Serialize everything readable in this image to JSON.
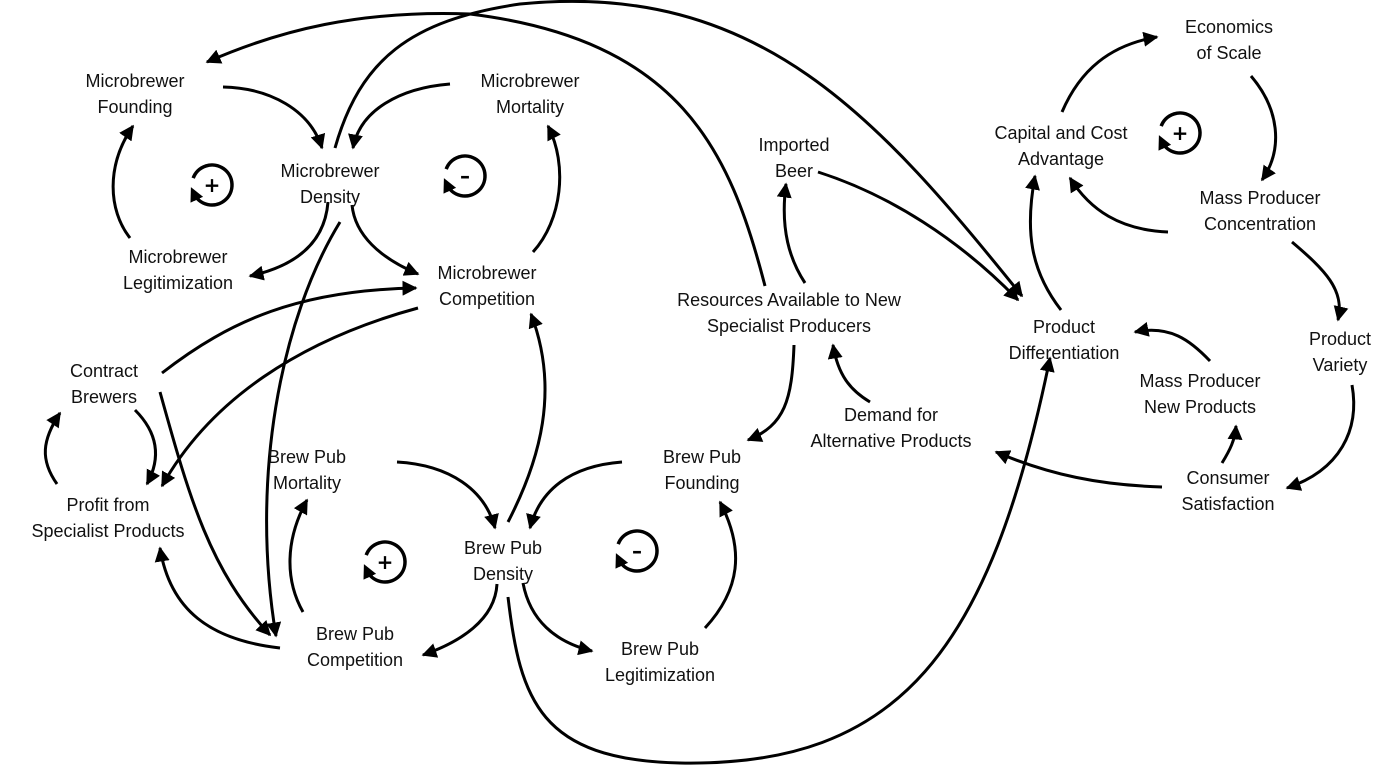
{
  "diagram": {
    "title": "Causal loop diagram: specialist brewers vs. mass producers",
    "nodes": [
      {
        "id": "mb_founding",
        "lines": [
          "Microbrewer",
          "Founding"
        ]
      },
      {
        "id": "mb_density",
        "lines": [
          "Microbrewer",
          "Density"
        ]
      },
      {
        "id": "mb_mortality",
        "lines": [
          "Microbrewer",
          "Mortality"
        ]
      },
      {
        "id": "mb_legit",
        "lines": [
          "Microbrewer",
          "Legitimization"
        ]
      },
      {
        "id": "mb_competition",
        "lines": [
          "Microbrewer",
          "Competition"
        ]
      },
      {
        "id": "contract_brewers",
        "lines": [
          "Contract",
          "Brewers"
        ]
      },
      {
        "id": "profit_specialist",
        "lines": [
          "Profit from",
          "Specialist Products"
        ]
      },
      {
        "id": "bp_mortality",
        "lines": [
          "Brew Pub",
          "Mortality"
        ]
      },
      {
        "id": "bp_density",
        "lines": [
          "Brew Pub",
          "Density"
        ]
      },
      {
        "id": "bp_founding",
        "lines": [
          "Brew Pub",
          "Founding"
        ]
      },
      {
        "id": "bp_competition",
        "lines": [
          "Brew Pub",
          "Competition"
        ]
      },
      {
        "id": "bp_legit",
        "lines": [
          "Brew Pub",
          "Legitimization"
        ]
      },
      {
        "id": "imported_beer",
        "lines": [
          "Imported",
          "Beer"
        ]
      },
      {
        "id": "resources",
        "lines": [
          "Resources Available to New",
          "Specialist Producers"
        ]
      },
      {
        "id": "demand_alt",
        "lines": [
          "Demand for",
          "Alternative Products"
        ]
      },
      {
        "id": "economics_scale",
        "lines": [
          "Economics",
          "of Scale"
        ]
      },
      {
        "id": "capital_cost",
        "lines": [
          "Capital and Cost",
          "Advantage"
        ]
      },
      {
        "id": "mass_concentration",
        "lines": [
          "Mass Producer",
          "Concentration"
        ]
      },
      {
        "id": "product_diff",
        "lines": [
          "Product",
          "Differentiation"
        ]
      },
      {
        "id": "product_variety",
        "lines": [
          "Product",
          "Variety"
        ]
      },
      {
        "id": "mass_new_products",
        "lines": [
          "Mass Producer",
          "New Products"
        ]
      },
      {
        "id": "consumer_satisfaction",
        "lines": [
          "Consumer",
          "Satisfaction"
        ]
      }
    ],
    "loops": [
      {
        "id": "loop_mb_reinforcing",
        "polarity": "+"
      },
      {
        "id": "loop_mb_balancing",
        "polarity": "-"
      },
      {
        "id": "loop_bp_reinforcing",
        "polarity": "+"
      },
      {
        "id": "loop_bp_balancing",
        "polarity": "-"
      },
      {
        "id": "loop_mass_reinforcing",
        "polarity": "+"
      }
    ],
    "links": [
      {
        "from": "mb_founding",
        "to": "mb_density"
      },
      {
        "from": "mb_density",
        "to": "mb_legit"
      },
      {
        "from": "mb_legit",
        "to": "mb_founding"
      },
      {
        "from": "mb_mortality",
        "to": "mb_density"
      },
      {
        "from": "mb_density",
        "to": "mb_competition"
      },
      {
        "from": "mb_competition",
        "to": "mb_mortality"
      },
      {
        "from": "resources",
        "to": "mb_founding"
      },
      {
        "from": "mb_density",
        "to": "product_diff"
      },
      {
        "from": "mb_density",
        "to": "bp_competition"
      },
      {
        "from": "contract_brewers",
        "to": "mb_competition"
      },
      {
        "from": "mb_competition",
        "to": "profit_specialist"
      },
      {
        "from": "contract_brewers",
        "to": "profit_specialist"
      },
      {
        "from": "profit_specialist",
        "to": "contract_brewers"
      },
      {
        "from": "contract_brewers",
        "to": "bp_competition"
      },
      {
        "from": "bp_competition",
        "to": "profit_specialist"
      },
      {
        "from": "bp_competition",
        "to": "bp_mortality"
      },
      {
        "from": "bp_mortality",
        "to": "bp_density"
      },
      {
        "from": "bp_density",
        "to": "bp_competition"
      },
      {
        "from": "bp_density",
        "to": "mb_competition"
      },
      {
        "from": "bp_founding",
        "to": "bp_density"
      },
      {
        "from": "bp_density",
        "to": "bp_legit"
      },
      {
        "from": "bp_legit",
        "to": "bp_founding"
      },
      {
        "from": "bp_density",
        "to": "product_diff"
      },
      {
        "from": "resources",
        "to": "bp_founding"
      },
      {
        "from": "resources",
        "to": "imported_beer"
      },
      {
        "from": "imported_beer",
        "to": "product_diff"
      },
      {
        "from": "demand_alt",
        "to": "resources"
      },
      {
        "from": "capital_cost",
        "to": "economics_scale"
      },
      {
        "from": "economics_scale",
        "to": "mass_concentration"
      },
      {
        "from": "mass_concentration",
        "to": "capital_cost"
      },
      {
        "from": "product_diff",
        "to": "capital_cost"
      },
      {
        "from": "mass_concentration",
        "to": "product_variety"
      },
      {
        "from": "product_variety",
        "to": "consumer_satisfaction"
      },
      {
        "from": "consumer_satisfaction",
        "to": "mass_new_products"
      },
      {
        "from": "mass_new_products",
        "to": "product_diff"
      },
      {
        "from": "consumer_satisfaction",
        "to": "demand_alt"
      }
    ]
  }
}
